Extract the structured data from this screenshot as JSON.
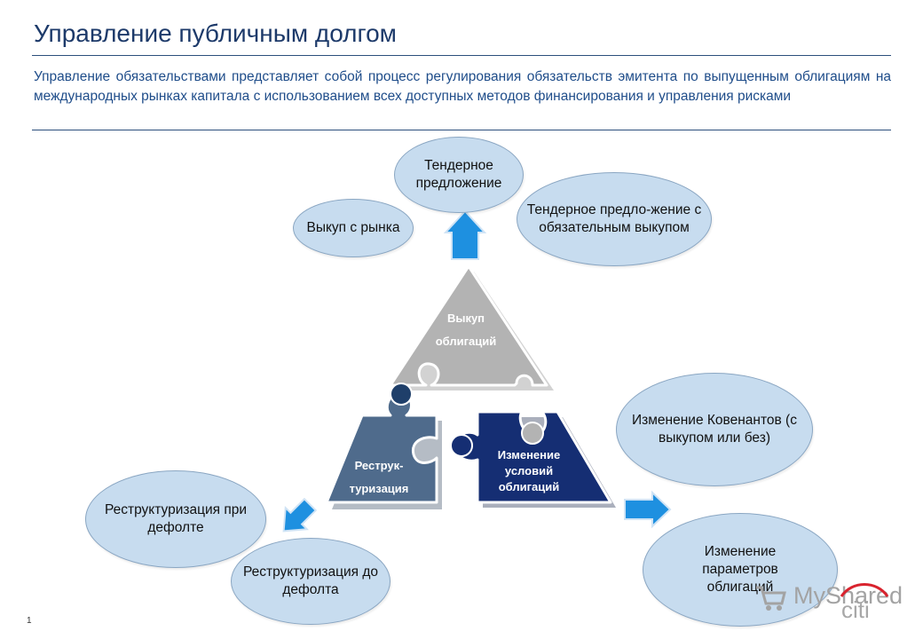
{
  "header": {
    "title": "Управление публичным долгом",
    "subtitle": "Управление обязательствами представляет собой процесс регулирования обязательств эмитента по выпущенным облигациям на международных рынках капитала с использованием всех доступных методов финансирования и управления рисками"
  },
  "diagram": {
    "puzzle": {
      "top": "Выкуп облигаций",
      "left": "Реструк-туризация",
      "right": "Изменение условий облигаций"
    },
    "nodes": {
      "tender_offer": "Тендерное предложение",
      "market_buyback": "Выкуп с рынка",
      "tender_mandatory": "Тендерное предло-жение с обязательным выкупом",
      "covenants": "Изменение Ковенантов (с выкупом или без)",
      "bond_params": "Изменение параметров облигаций",
      "restructuring_default": "Реструктуризация при дефолте",
      "restructuring_before_default": "Реструктуризация до дефолта"
    },
    "colors": {
      "ellipse_fill": "#c7dcef",
      "arrow": "#1e90e0",
      "top_piece": "#b3b3b3",
      "left_piece": "#4f6b8c",
      "right_piece": "#152e73"
    }
  },
  "footer": {
    "page_number": "1",
    "watermark": "MyShared",
    "brand": "citi"
  }
}
